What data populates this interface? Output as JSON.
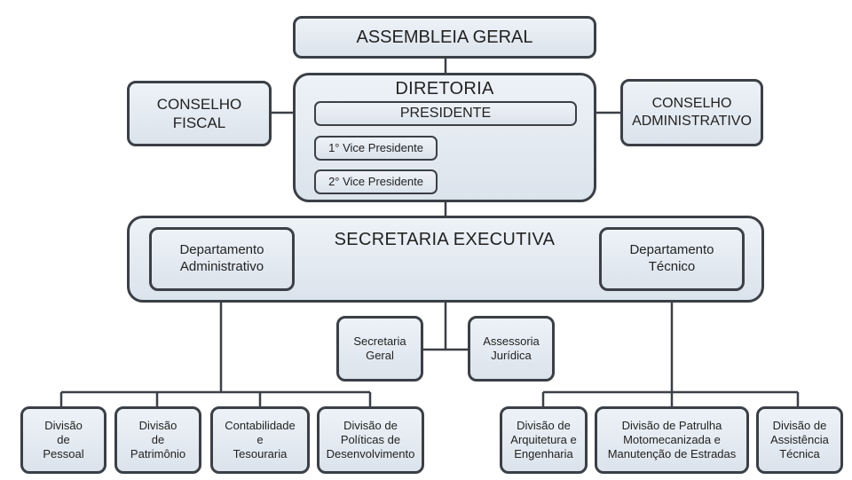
{
  "assembleia": "ASSEMBLEIA GERAL",
  "diretoria": {
    "title": "DIRETORIA",
    "presidente": "PRESIDENTE",
    "vice1": "1° Vice Presidente",
    "vice2": "2° Vice Presidente"
  },
  "conselho_fiscal": "CONSELHO\nFISCAL",
  "conselho_administrativo": "CONSELHO\nADMINISTRATIVO",
  "secretaria_executiva": {
    "title": "SECRETARIA EXECUTIVA",
    "dep_admin": "Departamento\nAdministrativo",
    "dep_tecnico": "Departamento\nTécnico"
  },
  "secretaria_geral": "Secretaria\nGeral",
  "assessoria_juridica": "Assessoria\nJurídica",
  "divisoes_admin": [
    "Divisão\nde\nPessoal",
    "Divisão\nde\nPatrimônio",
    "Contabilidade\ne\nTesouraria",
    "Divisão de\nPolíticas de\nDesenvolvimento"
  ],
  "divisoes_tecnico": [
    "Divisão de\nArquitetura e\nEngenharia",
    "Divisão de Patrulha\nMotomecanizada e\nManutenção de Estradas",
    "Divisão de\nAssistência\nTécnica"
  ]
}
